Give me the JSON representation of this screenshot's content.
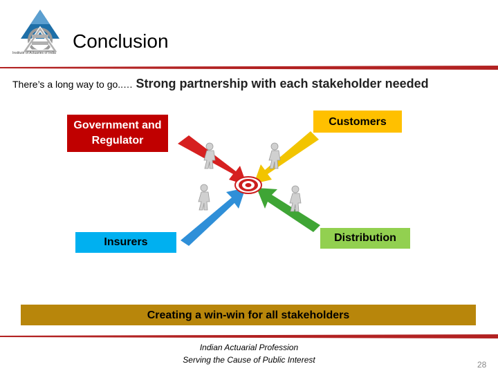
{
  "slide": {
    "logo_text": "Institute of Actuaries of India",
    "title": "Conclusion",
    "subtitle_lead": "There’s a long way to go..…",
    "subtitle_main": "Strong partnership with each stakeholder needed",
    "stakeholders": {
      "government": "Government and Regulator",
      "customers": "Customers",
      "insurers": "Insurers",
      "distribution": "Distribution"
    },
    "banner": "Creating a win-win for all stakeholders",
    "footer_line1": "Indian Actuarial Profession",
    "footer_line2": "Serving the Cause of Public Interest",
    "page_number": "28"
  },
  "colors": {
    "government_box": "#c00000",
    "customers_box": "#ffc000",
    "insurers_box": "#00b0f0",
    "distribution_box": "#92d050",
    "banner": "#b8860b",
    "rule": "#b22222"
  },
  "icons": [
    "logo-emblem-icon",
    "target-icon",
    "person-icon"
  ]
}
